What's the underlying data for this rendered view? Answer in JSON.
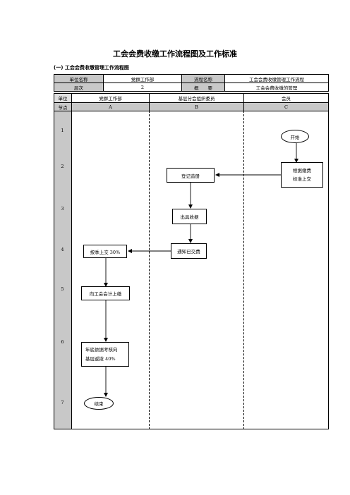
{
  "title": "工会会费收缴工作流程图及工作标准",
  "subtitle": "(一) 工会会费收缴管理工作流程图",
  "header": {
    "unit_name_label": "单位名称",
    "unit_name_value": "党群工作部",
    "flow_name_label": "流程名称",
    "flow_name_value": "工会会费收缴管理工作流程",
    "level_label": "层次",
    "level_value": "2",
    "summary_label": "概　　要",
    "summary_value": "工会会费收缴的管理",
    "unit_label": "单位",
    "lane_a_unit": "党群工作部",
    "lane_b_unit": "基层分会组织委员",
    "lane_c_unit": "会员",
    "node_label": "节点",
    "lane_a_code": "A",
    "lane_b_code": "B",
    "lane_c_code": "C"
  },
  "node_numbers": [
    "1",
    "2",
    "3",
    "4",
    "5",
    "6",
    "7"
  ],
  "steps": {
    "start": "开始",
    "pay_by_standard_line1": "根据缴费",
    "pay_by_standard_line2": "标准上交",
    "register": "登记造册",
    "issue_receipt": "出具收据",
    "notify_paid": "通知已交费",
    "quarterly_submit": "按季上交 30%",
    "to_union_accounting": "向工会会计上缴",
    "year_end_line1": "年底依据考核向",
    "year_end_line2": "基层返拨 40%",
    "end": "结束"
  }
}
